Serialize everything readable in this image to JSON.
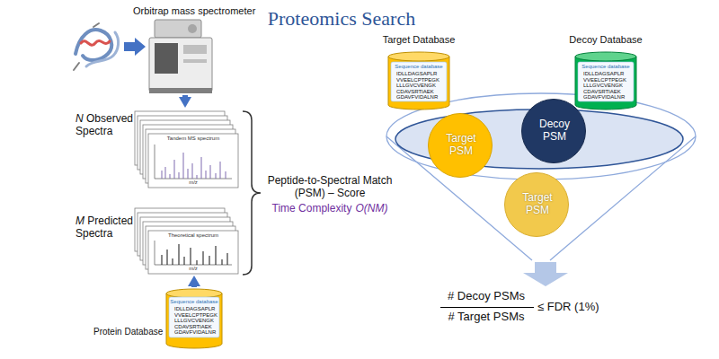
{
  "diagram": {
    "title": "Proteomics Search",
    "nodes": [
      {
        "text": [
          "Orbitrap mass spectrometer"
        ]
      },
      {
        "text": [
          "N Observed Spectra",
          "Tandem MS spectrum",
          "m/z"
        ]
      },
      {
        "text": [
          "M Predicted Spectra",
          "Theoretical spectrum",
          "m/z"
        ]
      },
      {
        "text": [
          "Protein Database",
          "Sequence database",
          "IDLLDAGSAPLR VVEELCPTPEGK LLLGVCVENGK CDAVSRTIAEK GDAVFVIDALNR"
        ]
      },
      {
        "text": [
          "Target Database",
          "Sequence database",
          "IDLLDAGSAPLR VVEELCPTPEGK LLLGVCVENGK CDAVSRTIAEK GDAVFVIDALNR"
        ]
      },
      {
        "text": [
          "Decoy Database",
          "Sequence database",
          "IDLLDAGSAPLR VVEELCPTPEGK LLLGVCVENGK CDAVSRTIAEK GDAVFVIDALNR"
        ]
      },
      {
        "text": [
          "Target PSM"
        ]
      },
      {
        "text": [
          "Decoy PSM"
        ]
      },
      {
        "text": [
          "Target PSM"
        ]
      }
    ],
    "edges": [
      {
        "from": 0,
        "to": 1,
        "arrow": "to"
      },
      {
        "from": 3,
        "to": 2,
        "arrow": "to"
      }
    ],
    "labels": [
      "Peptide-to-Spectral Match (PSM) – Score",
      "Time Complexity",
      "O(NM)",
      "# Decoy PSMs",
      "# Target PSMs",
      "≤ FDR (1%)"
    ]
  }
}
